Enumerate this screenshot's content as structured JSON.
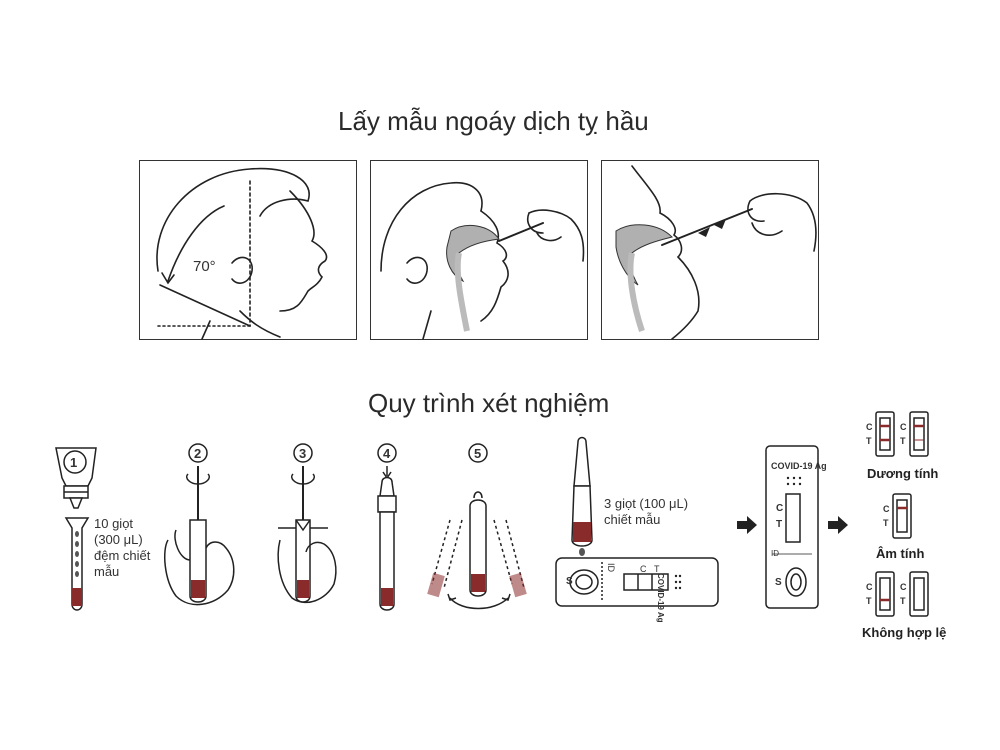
{
  "sampling": {
    "title": "Lấy mẫu ngoáy dịch tỵ hầu",
    "angle_label": "70°"
  },
  "procedure": {
    "title": "Quy trình xét nghiệm",
    "steps": [
      "1",
      "2",
      "3",
      "4",
      "5"
    ],
    "buffer_label_lines": [
      "10 giọt",
      "(300 μL)",
      "đệm chiết",
      "mẫu"
    ],
    "sample_label_lines": [
      "3 giọt (100 μL)",
      "chiết mẫu"
    ]
  },
  "device": {
    "brand_label": "COVID-19 Ag",
    "control_letter": "C",
    "test_letter": "T",
    "id_letter": "ID",
    "sample_letter": "S"
  },
  "results": {
    "positive": "Dương tính",
    "negative": "Âm tính",
    "invalid": "Không hợp lệ"
  },
  "colors": {
    "line": "#222222",
    "accent_red": "#8a2b2b",
    "cavity": "#b0b0b0"
  }
}
